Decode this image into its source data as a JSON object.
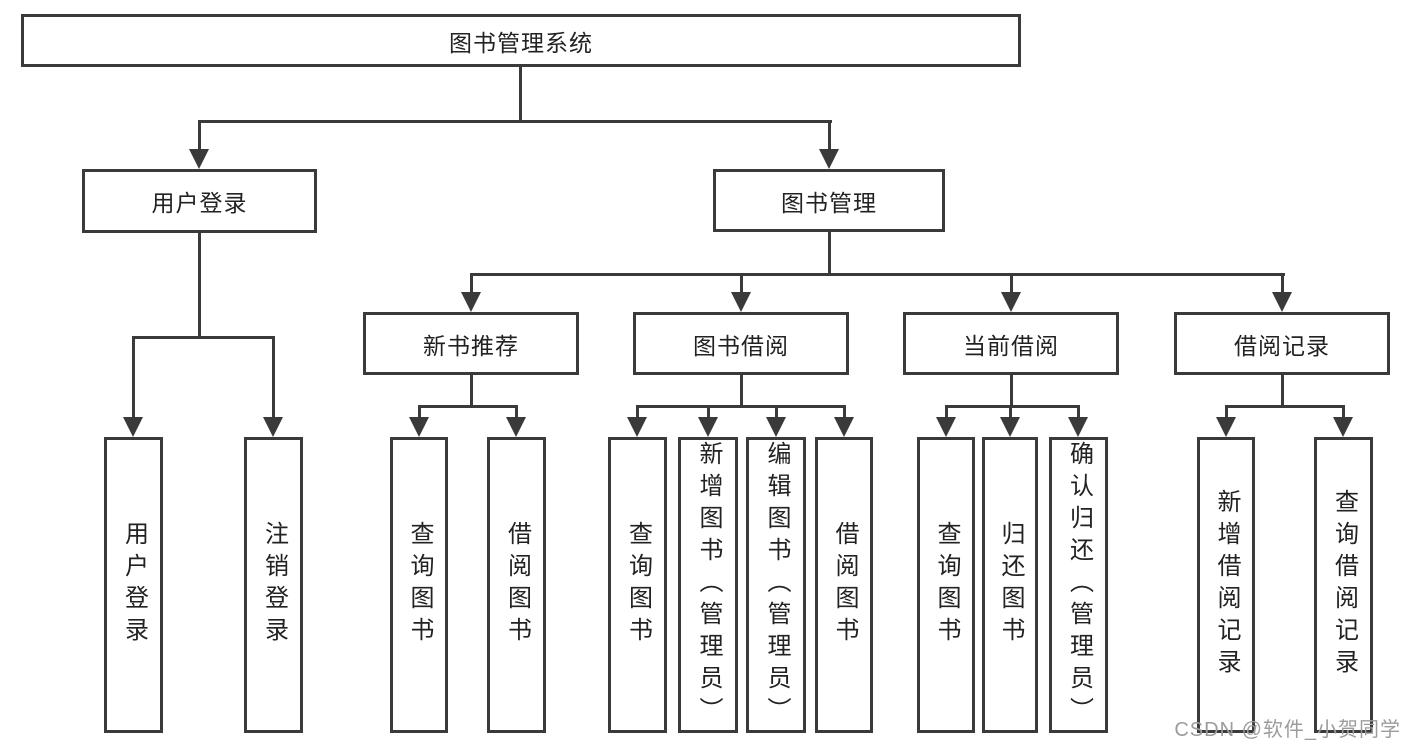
{
  "tree": {
    "root": "图书管理系统",
    "children": [
      {
        "label": "用户登录",
        "children": [
          "用户登录",
          "注销登录"
        ]
      },
      {
        "label": "图书管理",
        "children": [
          {
            "label": "新书推荐",
            "children": [
              "查询图书",
              "借阅图书"
            ]
          },
          {
            "label": "图书借阅",
            "children": [
              "查询图书",
              "新增图书（管理员）",
              "编辑图书（管理员）",
              "借阅图书"
            ]
          },
          {
            "label": "当前借阅",
            "children": [
              "查询图书",
              "归还图书",
              "确认归还（管理员）"
            ]
          },
          {
            "label": "借阅记录",
            "children": [
              "新增借阅记录",
              "查询借阅记录"
            ]
          }
        ]
      }
    ]
  },
  "watermark": "CSDN @软件_小贺同学",
  "colors": {
    "line": "#3a3a3a",
    "box_border": "#3a3a3a",
    "text": "#222222",
    "watermark": "#9c9c9c",
    "background": "#ffffff"
  }
}
